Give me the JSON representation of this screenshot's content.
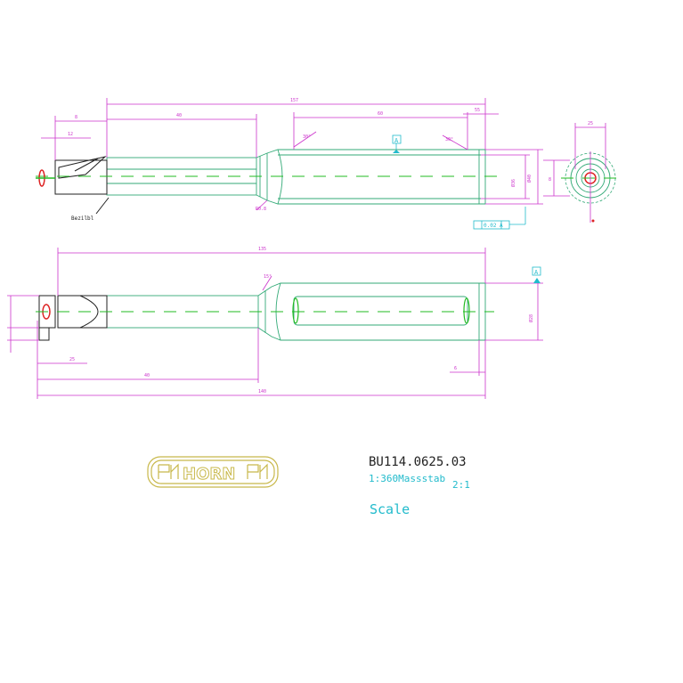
{
  "top_view": {
    "dims": {
      "total_length": "157",
      "length_a": "60",
      "length_b": "40",
      "length_c": "55",
      "offset_a": "8",
      "offset_b": "12",
      "angle_a": "30°",
      "angle_b": "30°",
      "dia_a": "Ø36",
      "dia_b": "Ø40",
      "dia_c": "R0.8"
    },
    "label": "Bezilbl",
    "datum": "A",
    "tolerance": "0.02 A"
  },
  "bottom_view": {
    "dims": {
      "total_length": "135",
      "length_a": "25",
      "length_b": "6",
      "length_c": "140",
      "length_d": "40",
      "angle": "15°",
      "dia": "Ø28"
    },
    "datum": "A"
  },
  "end_view": {
    "dims": {
      "width": "25",
      "dia": "8"
    }
  },
  "title_block": {
    "logo_text": "HORN",
    "part_number": "BU114.0625.03",
    "scale_label": "1:360Massstab",
    "scale_value": "2:1",
    "scale_word": "Scale"
  },
  "colors": {
    "dimension": "#cc33cc",
    "body": "#33aa77",
    "centerline": "#22bb22",
    "datum": "#22bbcc",
    "logo": "#c8b84a",
    "marker": "#dd2222"
  }
}
